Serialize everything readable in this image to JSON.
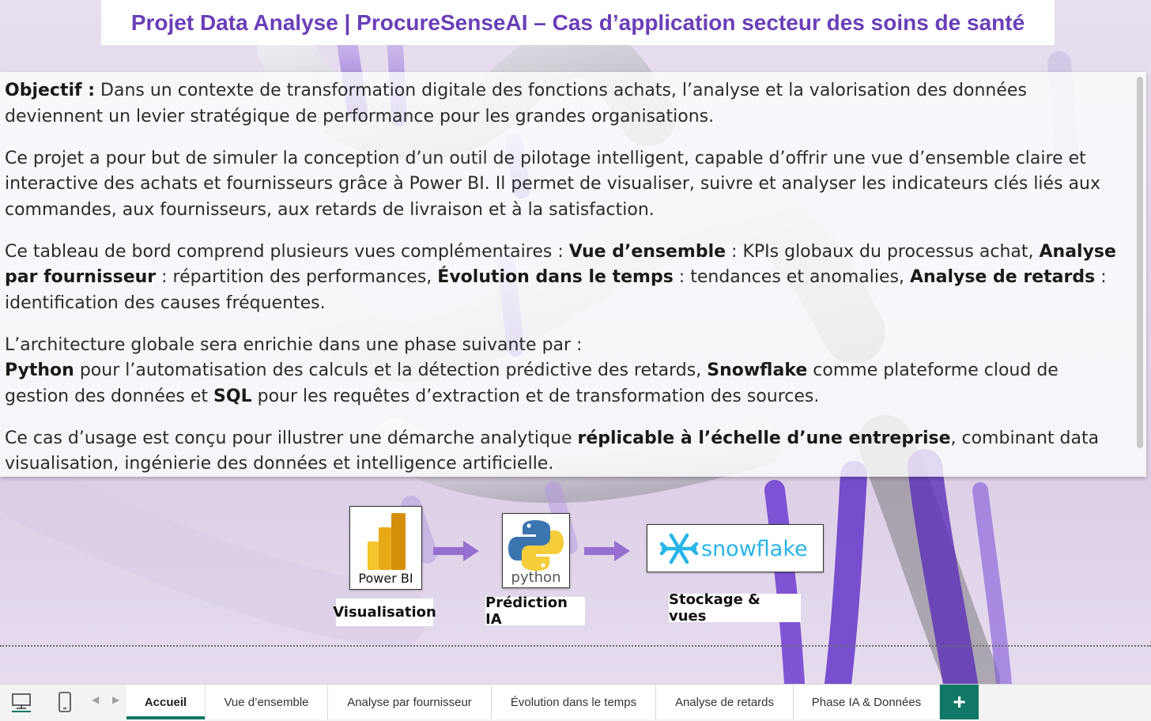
{
  "title": "Projet Data Analyse | ProcureSenseAI – Cas d’application secteur des soins de santé",
  "text": {
    "p1_bold": "Objectif :",
    "p1": " Dans un contexte de transformation digitale des fonctions achats, l’analyse et la valorisation des données deviennent un levier stratégique de performance pour les grandes organisations.",
    "p2": " Ce projet a pour but de simuler la conception d’un outil de pilotage intelligent, capable d’offrir une vue d’ensemble claire et interactive des achats et fournisseurs grâce à Power BI. Il permet de visualiser, suivre et analyser les indicateurs clés liés aux commandes, aux fournisseurs, aux retards de livraison et à la satisfaction.",
    "p3_a": "Ce tableau de bord comprend plusieurs vues complémentaires : ",
    "p3_b1": "Vue d’ensemble",
    "p3_c": " : KPIs globaux du processus achat, ",
    "p3_b2": "Analyse par fournisseur",
    "p3_d": " : répartition des performances, ",
    "p3_b3": "Évolution dans le temps",
    "p3_e": " : tendances et anomalies, ",
    "p3_b4": "Analyse de retards",
    "p3_f": " : identification des causes fréquentes.",
    "p4_a": "L’architecture globale sera enrichie dans une phase suivante par :",
    "p4_b1": "Python",
    "p4_c": " pour l’automatisation des calculs et la détection prédictive des retards, ",
    "p4_b2": "Snowflake",
    "p4_d": " comme plateforme cloud de gestion des données et ",
    "p4_b3": "SQL",
    "p4_e": " pour les requêtes d’extraction et de transformation des sources.",
    "p5_a": "Ce cas d’usage est conçu pour illustrer une démarche analytique ",
    "p5_b": "réplicable à l’échelle d’une entreprise",
    "p5_c": ", combinant data visualisation, ingénierie des données et intelligence artificielle."
  },
  "diagram": {
    "powerbi_logo_text": "Power BI",
    "python_logo_text": "python",
    "snowflake_logo_text": "snowflake",
    "label_1": "Visualisation",
    "label_2": "Prédiction IA",
    "label_3": "Stockage & vues"
  },
  "tabs": [
    {
      "label": "Accueil",
      "active": true
    },
    {
      "label": "Vue d’ensemble",
      "active": false
    },
    {
      "label": "Analyse par fournisseur",
      "active": false
    },
    {
      "label": "Évolution dans le temps",
      "active": false
    },
    {
      "label": "Analyse de retards",
      "active": false
    },
    {
      "label": "Phase IA & Données",
      "active": false
    }
  ],
  "add_tab_label": "+",
  "colors": {
    "title": "#6a3fb8",
    "accent": "#117865",
    "arrow": "#9670d0"
  }
}
